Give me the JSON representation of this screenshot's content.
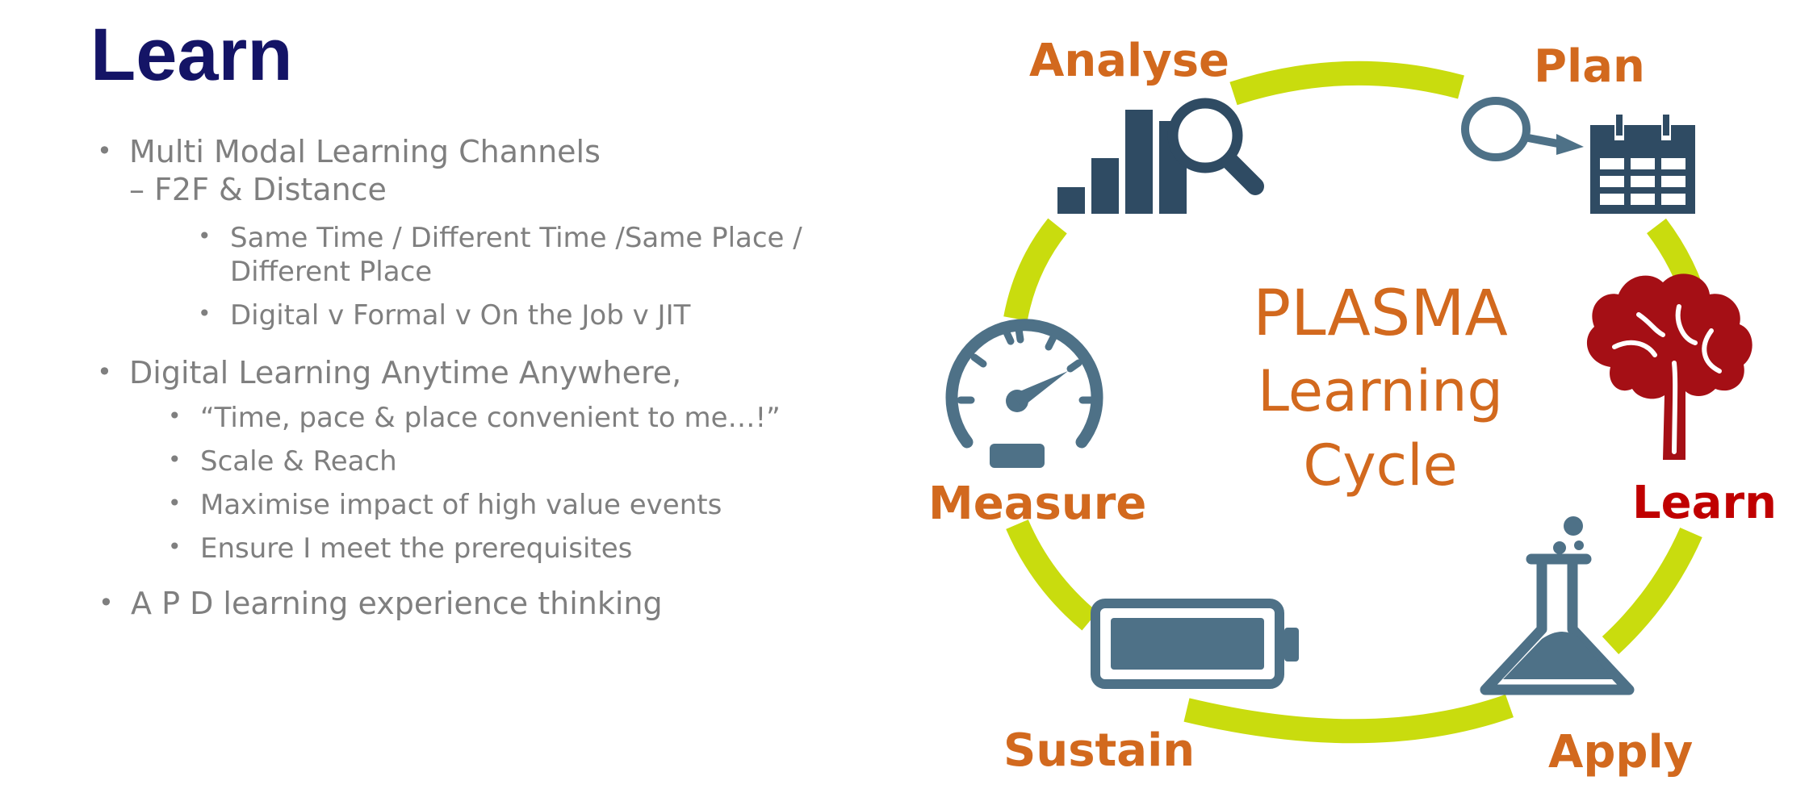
{
  "title": "Learn",
  "bullets": {
    "b1_line1": "Multi Modal Learning Channels",
    "b1_line2": "– F2F & Distance",
    "b1_sub1_line1": "Same Time / Different Time /Same Place /",
    "b1_sub1_line2": "Different Place",
    "b1_sub2": "Digital v Formal v On the Job v JIT",
    "b2": "Digital Learning Anytime Anywhere,",
    "b2_sub1": "“Time, pace & place convenient to me…!”",
    "b2_sub2": "Scale & Reach",
    "b2_sub3": "Maximise  impact of high value events",
    "b2_sub4": "Ensure I meet the prerequisites",
    "b3": "A P D learning experience thinking",
    "bullet_char": "•"
  },
  "cycle": {
    "center_line1": "PLASMA",
    "center_line2": "Learning",
    "center_line3": "Cycle",
    "stages": {
      "analyse": "Analyse",
      "plan": "Plan",
      "learn": "Learn",
      "apply": "Apply",
      "sustain": "Sustain",
      "measure": "Measure"
    },
    "icons": {
      "analyse": "bar-chart-magnifier-icon",
      "plan": "magnifier-calendar-icon",
      "learn": "brain-icon",
      "apply": "flask-icon",
      "sustain": "battery-icon",
      "measure": "gauge-icon"
    }
  },
  "colors": {
    "title": "#141466",
    "text": "#7f7f7f",
    "stage": "#d2691e",
    "learn_stage": "#c00000",
    "ring": "#c9dc0e",
    "icon_dark": "#2f4b63",
    "icon_mid": "#4e7187",
    "brain": "#a50f15"
  }
}
